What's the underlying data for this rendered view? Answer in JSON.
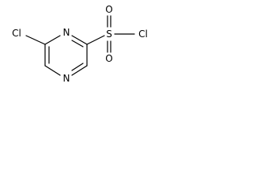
{
  "molecule": {
    "atoms": {
      "cl_left": "Cl",
      "n_top": "N",
      "n_bottom": "N",
      "sulfur": "S",
      "o_top": "O",
      "o_bottom": "O",
      "cl_right": "Cl"
    }
  }
}
